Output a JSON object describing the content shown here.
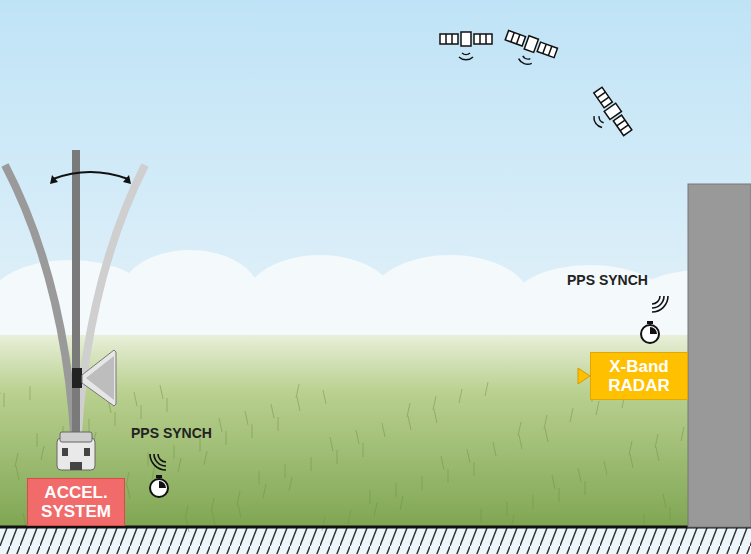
{
  "diagram": {
    "nodes": [
      {
        "text": [
          "ACCEL. SYSTEM"
        ]
      },
      {
        "text": [
          "X-Band RADAR"
        ]
      }
    ],
    "labels": [
      "PPS SYNCH",
      "PPS SYNCH"
    ]
  }
}
